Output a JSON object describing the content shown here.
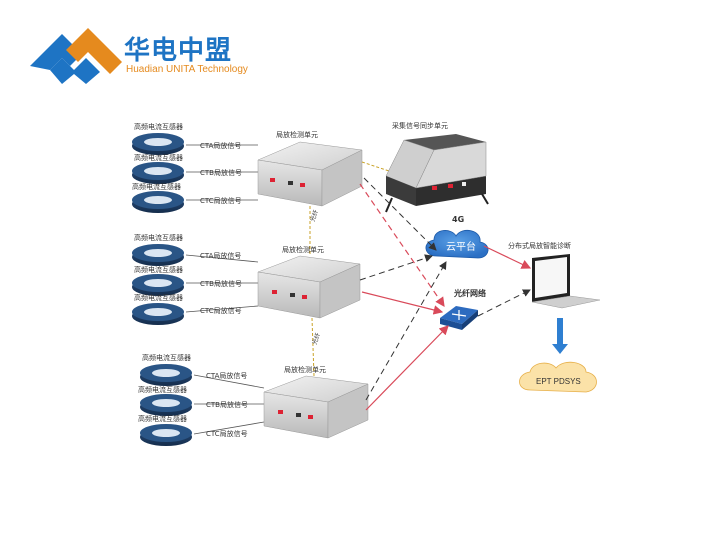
{
  "logo": {
    "name_cn": "华电中盟",
    "name_en": "Huadian UNITA Technology",
    "colors": {
      "blue": "#1e74c4",
      "orange": "#e58a1e"
    }
  },
  "diagram": {
    "sensor_label": "高频电流互感器",
    "signal_labels": [
      "CTA局放信号",
      "CTB局放信号",
      "CTC局放信号"
    ],
    "detector_label": "局放检测单元",
    "sync_unit_label": "采集信号同步单元",
    "network_4g": "4G",
    "cloud_label": "云平台",
    "fiber_label": "光纤网络",
    "analysis_label": "分布式局放智能诊断",
    "system_label": "EPT PDSYS",
    "link_label": "光纤"
  }
}
